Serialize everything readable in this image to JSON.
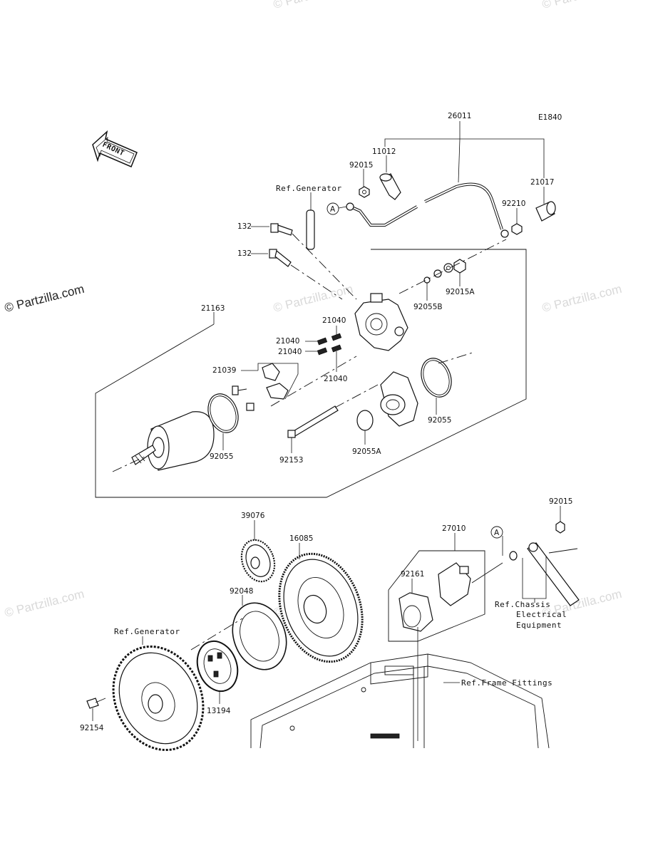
{
  "diagram_id": "E1840",
  "watermark_text": "© Partzilla.com",
  "front_arrow_label": "FRONT",
  "callout_a": "A",
  "refs": {
    "generator_top": "Ref.Generator",
    "generator_bottom": "Ref.Generator",
    "chassis_line1": "Ref.Chassis",
    "chassis_line2": "Electrical",
    "chassis_line3": "Equipment",
    "frame_fittings": "Ref.Frame Fittings"
  },
  "parts": {
    "p26011": "26011",
    "p11012": "11012",
    "p92015_top": "92015",
    "p21017": "21017",
    "p92210": "92210",
    "p132_a": "132",
    "p132_b": "132",
    "p92015A": "92015A",
    "p92055B": "92055B",
    "p21163": "21163",
    "p21040_a": "21040",
    "p21040_b": "21040",
    "p21040_c": "21040",
    "p21040_d": "21040",
    "p21039": "21039",
    "p92055_left": "92055",
    "p92055_right": "92055",
    "p92153": "92153",
    "p92055A": "92055A",
    "p39076": "39076",
    "p16085": "16085",
    "p27010": "27010",
    "p92015_bottom": "92015",
    "p92048": "92048",
    "p92161": "92161",
    "p13194": "13194",
    "p92154": "92154"
  }
}
